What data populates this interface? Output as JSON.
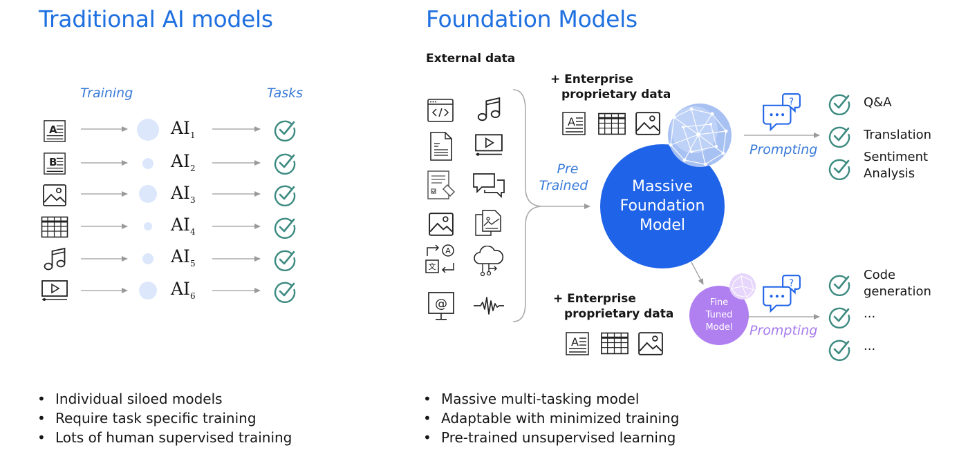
{
  "left": {
    "title": "Traditional AI models",
    "training_label": "Training",
    "tasks_label": "Tasks",
    "models": [
      {
        "base": "AI",
        "sub": "1",
        "input_icon": "text-document-A-icon"
      },
      {
        "base": "AI",
        "sub": "2",
        "input_icon": "text-document-B-icon"
      },
      {
        "base": "AI",
        "sub": "3",
        "input_icon": "image-icon"
      },
      {
        "base": "AI",
        "sub": "4",
        "input_icon": "table-icon"
      },
      {
        "base": "AI",
        "sub": "5",
        "input_icon": "music-icon"
      },
      {
        "base": "AI",
        "sub": "6",
        "input_icon": "video-icon"
      }
    ],
    "bullets": [
      "Individual siloed models",
      "Require task specific training",
      "Lots of human supervised training"
    ]
  },
  "right": {
    "title": "Foundation Models",
    "external_data_label": "External data",
    "external_icons": [
      "code-window-icon",
      "music-icon",
      "document-icon",
      "video-icon",
      "form-edit-icon",
      "chat-icon",
      "image-icon",
      "documents-icon",
      "translate-icon",
      "cloud-network-icon",
      "email-icon",
      "audio-waveform-icon"
    ],
    "enterprise_top": {
      "line1": "+ Enterprise",
      "line2": "proprietary data"
    },
    "enterprise_bottom": {
      "line1": "+ Enterprise",
      "line2": "proprietary data"
    },
    "pre_trained": {
      "line1": "Pre",
      "line2": "Trained"
    },
    "massive_model": {
      "line1": "Massive",
      "line2": "Foundation",
      "line3": "Model"
    },
    "fine_tuned": {
      "line1": "Fine",
      "line2": "Tuned",
      "line3": "Model"
    },
    "prompting_top": "Prompting",
    "prompting_bottom": "Prompting",
    "tasks_top": [
      {
        "line1": "Q&A",
        "line2": ""
      },
      {
        "line1": "Translation",
        "line2": ""
      },
      {
        "line1": "Sentiment",
        "line2": "Analysis"
      }
    ],
    "tasks_bottom": [
      {
        "line1": "Code",
        "line2": "generation"
      },
      {
        "line1": "...",
        "line2": ""
      },
      {
        "line1": "...",
        "line2": ""
      }
    ],
    "bullets": [
      "Massive multi-tasking model",
      "Adaptable with minimized training",
      "Pre-trained unsupervised learning"
    ]
  },
  "colors": {
    "title_blue": "#1f70e0",
    "label_blue": "#3a7bd8",
    "model_blue": "#1f63e8",
    "dot_blue": "#dce7fb",
    "check_teal": "#3c8a80",
    "purple": "#a77bee",
    "arrow_gray": "#9a9a9a"
  }
}
